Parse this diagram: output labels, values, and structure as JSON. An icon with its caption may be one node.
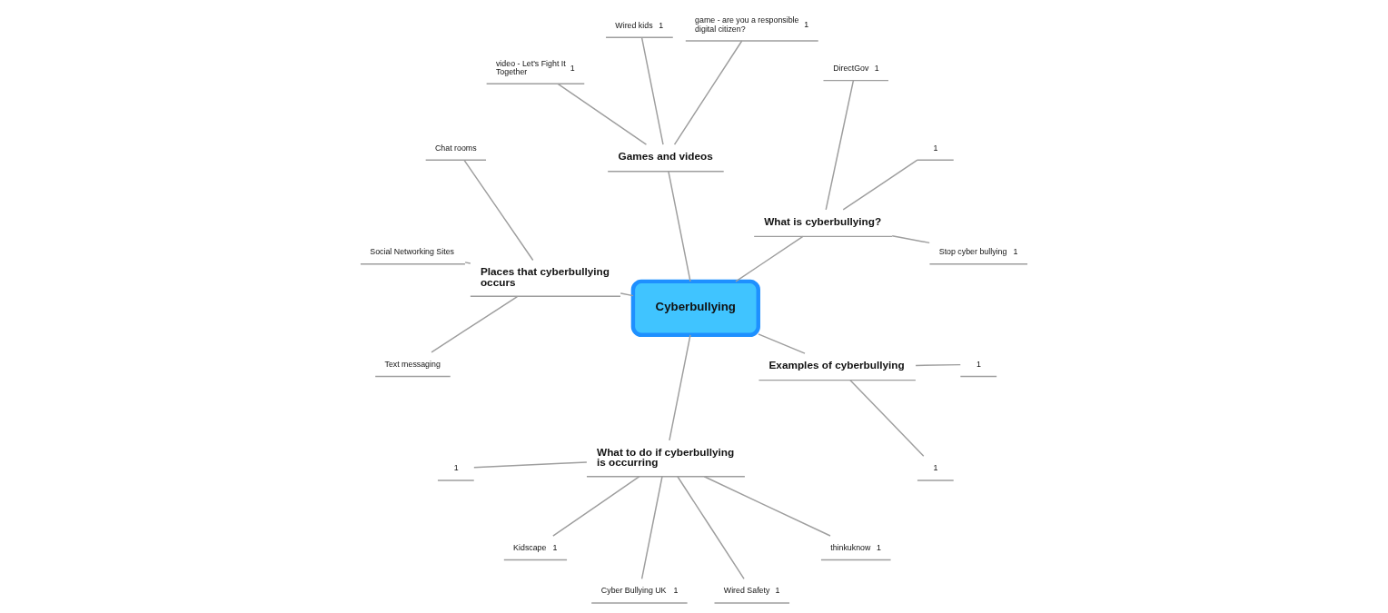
{
  "diagram": {
    "nodes": [
      {
        "text": [
          "Cyberbullying"
        ]
      },
      {
        "text": [
          "What is cyberbullying?"
        ]
      },
      {
        "text": [
          "Stop cyber bullying",
          "1"
        ]
      },
      {
        "text": [
          "1"
        ]
      },
      {
        "text": [
          "DirectGov",
          "1"
        ]
      },
      {
        "text": [
          "Games and videos"
        ]
      },
      {
        "text": [
          "game - are you a responsible digital citizen?",
          "1"
        ]
      },
      {
        "text": [
          "Wired kids",
          "1"
        ]
      },
      {
        "text": [
          "video - Let's Fight It Together",
          "1"
        ]
      },
      {
        "text": [
          "Places that cyberbullying occurs"
        ]
      },
      {
        "text": [
          "Chat rooms"
        ]
      },
      {
        "text": [
          "Social Networking Sites"
        ]
      },
      {
        "text": [
          "Text messaging"
        ]
      },
      {
        "text": [
          "What to do if cyberbullying is occurring"
        ]
      },
      {
        "text": [
          "1"
        ]
      },
      {
        "text": [
          "Kidscape",
          "1"
        ]
      },
      {
        "text": [
          "Cyber Bullying UK",
          "1"
        ]
      },
      {
        "text": [
          "Wired Safety",
          "1"
        ]
      },
      {
        "text": [
          "thinkuknow",
          "1"
        ]
      },
      {
        "text": [
          "Examples of cyberbullying"
        ]
      },
      {
        "text": [
          "1"
        ]
      },
      {
        "text": [
          "1"
        ]
      }
    ],
    "edges": [
      {
        "from": 0,
        "to": 1,
        "arrow": "none"
      },
      {
        "from": 1,
        "to": 2,
        "arrow": "none"
      },
      {
        "from": 1,
        "to": 3,
        "arrow": "none"
      },
      {
        "from": 1,
        "to": 4,
        "arrow": "none"
      },
      {
        "from": 0,
        "to": 5,
        "arrow": "none"
      },
      {
        "from": 5,
        "to": 6,
        "arrow": "none"
      },
      {
        "from": 5,
        "to": 7,
        "arrow": "none"
      },
      {
        "from": 5,
        "to": 8,
        "arrow": "none"
      },
      {
        "from": 0,
        "to": 9,
        "arrow": "none"
      },
      {
        "from": 9,
        "to": 10,
        "arrow": "none"
      },
      {
        "from": 9,
        "to": 11,
        "arrow": "none"
      },
      {
        "from": 9,
        "to": 12,
        "arrow": "none"
      },
      {
        "from": 0,
        "to": 13,
        "arrow": "none"
      },
      {
        "from": 13,
        "to": 14,
        "arrow": "none"
      },
      {
        "from": 13,
        "to": 15,
        "arrow": "none"
      },
      {
        "from": 13,
        "to": 16,
        "arrow": "none"
      },
      {
        "from": 13,
        "to": 17,
        "arrow": "none"
      },
      {
        "from": 13,
        "to": 18,
        "arrow": "none"
      },
      {
        "from": 0,
        "to": 19,
        "arrow": "none"
      },
      {
        "from": 19,
        "to": 20,
        "arrow": "none"
      },
      {
        "from": 19,
        "to": 21,
        "arrow": "none"
      }
    ]
  }
}
